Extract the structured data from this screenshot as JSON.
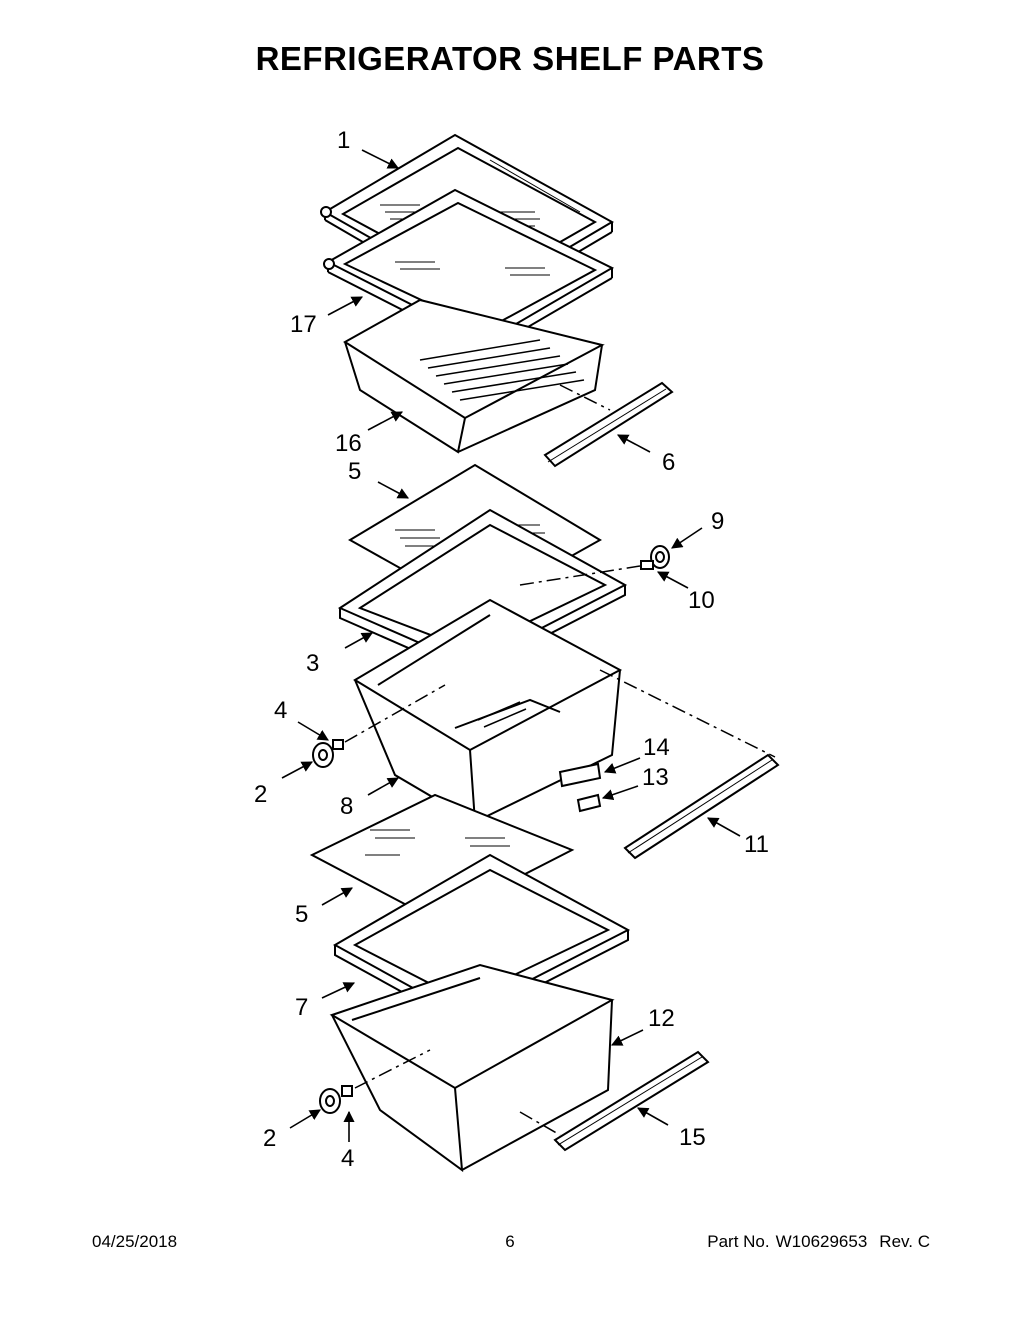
{
  "title": "REFRIGERATOR SHELF PARTS",
  "footer": {
    "date": "04/25/2018",
    "page": "6",
    "part_no_label": "Part No.",
    "part_no": "W10629653",
    "rev": "Rev. C"
  },
  "callouts": {
    "c1": "1",
    "c17": "17",
    "c16": "16",
    "c6": "6",
    "c5a": "5",
    "c9": "9",
    "c10": "10",
    "c3": "3",
    "c4a": "4",
    "c2a": "2",
    "c8": "8",
    "c14": "14",
    "c13": "13",
    "c11": "11",
    "c5b": "5",
    "c7": "7",
    "c12": "12",
    "c2b": "2",
    "c4b": "4",
    "c15": "15"
  }
}
